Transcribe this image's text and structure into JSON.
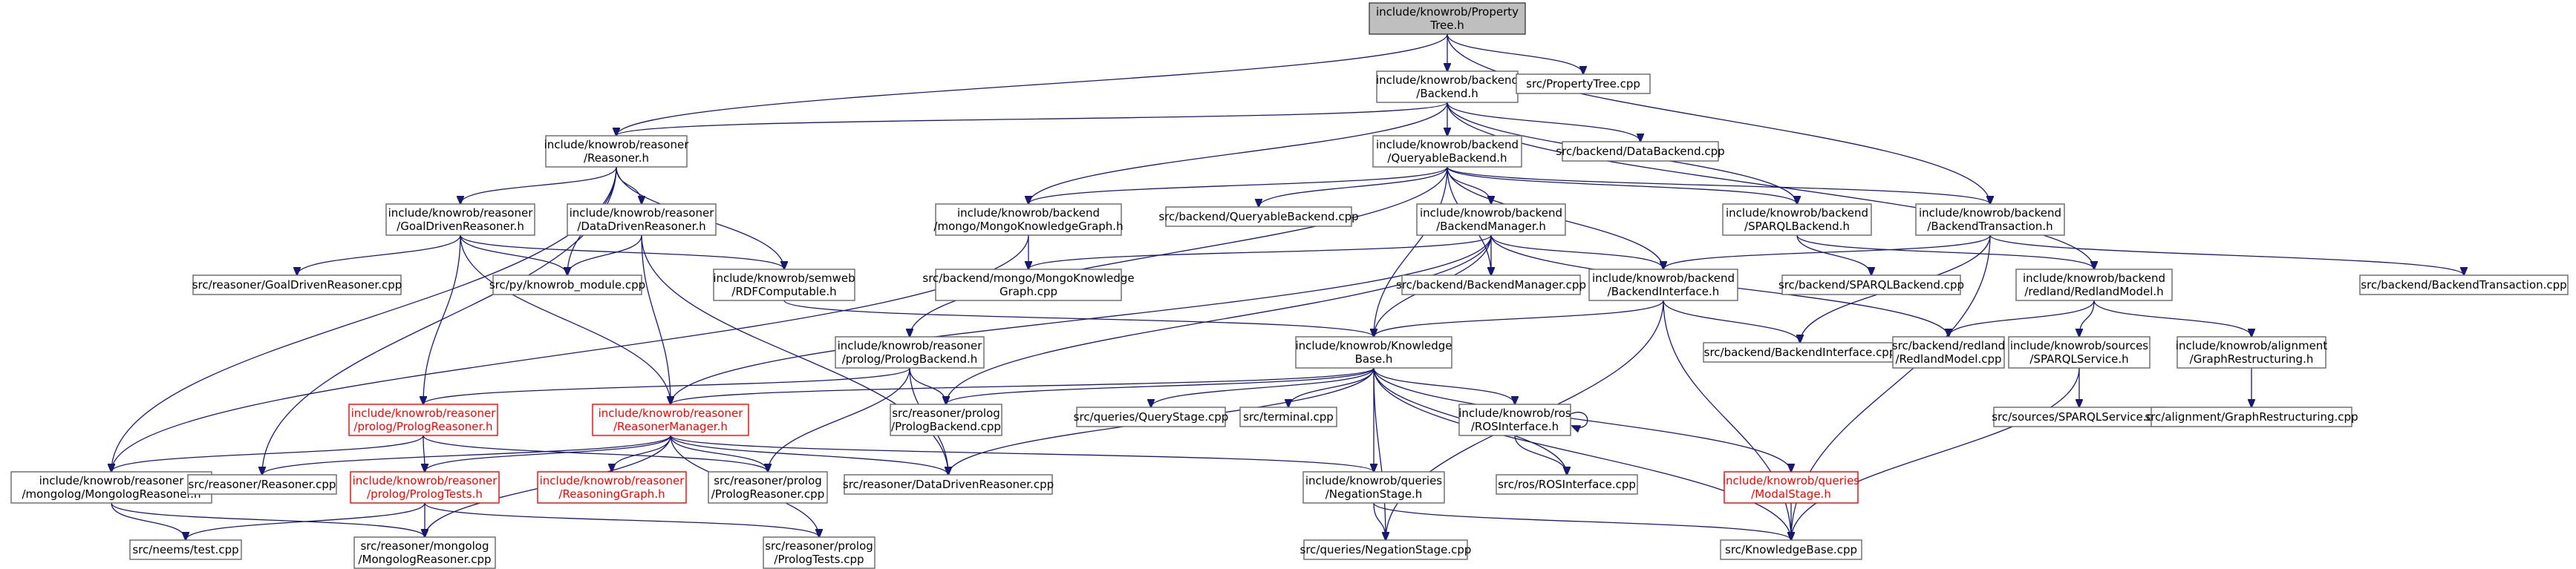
{
  "nodes": [
    {
      "id": "root",
      "lines": [
        "include/knowrob/Property",
        "Tree.h"
      ],
      "style": "root"
    },
    {
      "id": "backend_h",
      "lines": [
        "include/knowrob/backend",
        "/Backend.h"
      ]
    },
    {
      "id": "proptree_cpp",
      "lines": [
        "src/PropertyTree.cpp"
      ]
    },
    {
      "id": "reasoner_h",
      "lines": [
        "include/knowrob/reasoner",
        "/Reasoner.h"
      ]
    },
    {
      "id": "databackend_cpp",
      "lines": [
        "src/backend/DataBackend.cpp"
      ]
    },
    {
      "id": "queryable_h",
      "lines": [
        "include/knowrob/backend",
        "/QueryableBackend.h"
      ]
    },
    {
      "id": "goaldriven_h",
      "lines": [
        "include/knowrob/reasoner",
        "/GoalDrivenReasoner.h"
      ]
    },
    {
      "id": "datadriven_h",
      "lines": [
        "include/knowrob/reasoner",
        "/DataDrivenReasoner.h"
      ]
    },
    {
      "id": "mongokg_h",
      "lines": [
        "include/knowrob/backend",
        "/mongo/MongoKnowledgeGraph.h"
      ]
    },
    {
      "id": "queryable_cpp",
      "lines": [
        "src/backend/QueryableBackend.cpp"
      ]
    },
    {
      "id": "backendmgr_h",
      "lines": [
        "include/knowrob/backend",
        "/BackendManager.h"
      ]
    },
    {
      "id": "sparqlbackend_h",
      "lines": [
        "include/knowrob/backend",
        "/SPARQLBackend.h"
      ]
    },
    {
      "id": "backendtx_h",
      "lines": [
        "include/knowrob/backend",
        "/BackendTransaction.h"
      ]
    },
    {
      "id": "goaldriven_cpp",
      "lines": [
        "src/reasoner/GoalDrivenReasoner.cpp"
      ]
    },
    {
      "id": "knowrob_module_cpp",
      "lines": [
        "src/py/knowrob_module.cpp"
      ]
    },
    {
      "id": "rdfcomputable_h",
      "lines": [
        "include/knowrob/semweb",
        "/RDFComputable.h"
      ]
    },
    {
      "id": "mongokg_cpp",
      "lines": [
        "src/backend/mongo/MongoKnowledge",
        "Graph.cpp"
      ]
    },
    {
      "id": "backendmgr_cpp",
      "lines": [
        "src/backend/BackendManager.cpp"
      ]
    },
    {
      "id": "backendif_h",
      "lines": [
        "include/knowrob/backend",
        "/BackendInterface.h"
      ]
    },
    {
      "id": "sparqlbackend_cpp",
      "lines": [
        "src/backend/SPARQLBackend.cpp"
      ]
    },
    {
      "id": "redlandmodel_h",
      "lines": [
        "include/knowrob/backend",
        "/redland/RedlandModel.h"
      ]
    },
    {
      "id": "backendtx_cpp",
      "lines": [
        "src/backend/BackendTransaction.cpp"
      ]
    },
    {
      "id": "prologbackend_h",
      "lines": [
        "include/knowrob/reasoner",
        "/prolog/PrologBackend.h"
      ]
    },
    {
      "id": "kb_h",
      "lines": [
        "include/knowrob/Knowledge",
        "Base.h"
      ]
    },
    {
      "id": "backendif_cpp",
      "lines": [
        "src/backend/BackendInterface.cpp"
      ]
    },
    {
      "id": "redlandmodel_cpp",
      "lines": [
        "src/backend/redland",
        "/RedlandModel.cpp"
      ]
    },
    {
      "id": "sparqlservice_h",
      "lines": [
        "include/knowrob/sources",
        "/SPARQLService.h"
      ]
    },
    {
      "id": "graphrestr_h",
      "lines": [
        "include/knowrob/alignment",
        "/GraphRestructuring.h"
      ]
    },
    {
      "id": "prologreasoner_h",
      "lines": [
        "include/knowrob/reasoner",
        "/prolog/PrologReasoner.h"
      ],
      "style": "red"
    },
    {
      "id": "reasonermgr_h",
      "lines": [
        "include/knowrob/reasoner",
        "/ReasonerManager.h"
      ],
      "style": "red"
    },
    {
      "id": "prologbackend_cpp",
      "lines": [
        "src/reasoner/prolog",
        "/PrologBackend.cpp"
      ]
    },
    {
      "id": "querystage_cpp",
      "lines": [
        "src/queries/QueryStage.cpp"
      ]
    },
    {
      "id": "terminal_cpp",
      "lines": [
        "src/terminal.cpp"
      ]
    },
    {
      "id": "rosif_h",
      "lines": [
        "include/knowrob/ros",
        "/ROSInterface.h"
      ]
    },
    {
      "id": "sparqlservice_cpp",
      "lines": [
        "src/sources/SPARQLService.cpp"
      ]
    },
    {
      "id": "graphrestr_cpp",
      "lines": [
        "src/alignment/GraphRestructuring.cpp"
      ]
    },
    {
      "id": "mongologreasoner_h",
      "lines": [
        "include/knowrob/reasoner",
        "/mongolog/MongologReasoner.h"
      ]
    },
    {
      "id": "reasoner_cpp",
      "lines": [
        "src/reasoner/Reasoner.cpp"
      ]
    },
    {
      "id": "prologtests_h",
      "lines": [
        "include/knowrob/reasoner",
        "/prolog/PrologTests.h"
      ],
      "style": "red"
    },
    {
      "id": "reasoninggraph_h",
      "lines": [
        "include/knowrob/reasoner",
        "/ReasoningGraph.h"
      ],
      "style": "red"
    },
    {
      "id": "prologreasoner_cpp",
      "lines": [
        "src/reasoner/prolog",
        "/PrologReasoner.cpp"
      ]
    },
    {
      "id": "datadriven_cpp",
      "lines": [
        "src/reasoner/DataDrivenReasoner.cpp"
      ]
    },
    {
      "id": "negationstage_h",
      "lines": [
        "include/knowrob/queries",
        "/NegationStage.h"
      ]
    },
    {
      "id": "rosif_cpp",
      "lines": [
        "src/ros/ROSInterface.cpp"
      ]
    },
    {
      "id": "modalstage_h",
      "lines": [
        "include/knowrob/queries",
        "/ModalStage.h"
      ],
      "style": "red"
    },
    {
      "id": "neems_test_cpp",
      "lines": [
        "src/neems/test.cpp"
      ]
    },
    {
      "id": "mongologreasoner_cpp",
      "lines": [
        "src/reasoner/mongolog",
        "/MongologReasoner.cpp"
      ]
    },
    {
      "id": "prologtests_cpp",
      "lines": [
        "src/reasoner/prolog",
        "/PrologTests.cpp"
      ]
    },
    {
      "id": "negationstage_cpp",
      "lines": [
        "src/queries/NegationStage.cpp"
      ]
    },
    {
      "id": "kb_cpp",
      "lines": [
        "src/KnowledgeBase.cpp"
      ]
    }
  ],
  "edges": [
    [
      "root",
      "backend_h"
    ],
    [
      "root",
      "proptree_cpp"
    ],
    [
      "root",
      "reasoner_h"
    ],
    [
      "root",
      "backendtx_h"
    ],
    [
      "backend_h",
      "reasoner_h"
    ],
    [
      "backend_h",
      "databackend_cpp"
    ],
    [
      "backend_h",
      "queryable_h"
    ],
    [
      "backend_h",
      "mongokg_h"
    ],
    [
      "backend_h",
      "sparqlbackend_h"
    ],
    [
      "backend_h",
      "redlandmodel_h"
    ],
    [
      "reasoner_h",
      "goaldriven_h"
    ],
    [
      "reasoner_h",
      "datadriven_h"
    ],
    [
      "reasoner_h",
      "knowrob_module_cpp"
    ],
    [
      "reasoner_h",
      "rdfcomputable_h"
    ],
    [
      "reasoner_h",
      "reasoner_cpp"
    ],
    [
      "reasoner_h",
      "mongologreasoner_h"
    ],
    [
      "queryable_h",
      "mongokg_h"
    ],
    [
      "queryable_h",
      "queryable_cpp"
    ],
    [
      "queryable_h",
      "backendmgr_h"
    ],
    [
      "queryable_h",
      "sparqlbackend_h"
    ],
    [
      "queryable_h",
      "backendtx_h"
    ],
    [
      "queryable_h",
      "backendif_h"
    ],
    [
      "queryable_h",
      "kb_h"
    ],
    [
      "queryable_h",
      "prologbackend_h"
    ],
    [
      "queryable_h",
      "backendmgr_cpp"
    ],
    [
      "goaldriven_h",
      "goaldriven_cpp"
    ],
    [
      "goaldriven_h",
      "knowrob_module_cpp"
    ],
    [
      "goaldriven_h",
      "rdfcomputable_h"
    ],
    [
      "goaldriven_h",
      "prologreasoner_h"
    ],
    [
      "goaldriven_h",
      "reasonermgr_h"
    ],
    [
      "datadriven_h",
      "knowrob_module_cpp"
    ],
    [
      "datadriven_h",
      "reasonermgr_h"
    ],
    [
      "datadriven_h",
      "datadriven_cpp"
    ],
    [
      "mongokg_h",
      "mongokg_cpp"
    ],
    [
      "mongokg_h",
      "mongologreasoner_h"
    ],
    [
      "backendmgr_h",
      "mongokg_cpp"
    ],
    [
      "backendmgr_h",
      "backendmgr_cpp"
    ],
    [
      "backendmgr_h",
      "backendif_h"
    ],
    [
      "backendmgr_h",
      "kb_h"
    ],
    [
      "backendmgr_h",
      "reasonermgr_h"
    ],
    [
      "backendmgr_h",
      "prologbackend_cpp"
    ],
    [
      "backendmgr_h",
      "redlandmodel_cpp"
    ],
    [
      "sparqlbackend_h",
      "sparqlbackend_cpp"
    ],
    [
      "sparqlbackend_h",
      "redlandmodel_h"
    ],
    [
      "backendtx_h",
      "backendif_h"
    ],
    [
      "backendtx_h",
      "backendif_cpp"
    ],
    [
      "backendtx_h",
      "backendtx_cpp"
    ],
    [
      "backendtx_h",
      "kb_cpp"
    ],
    [
      "rdfcomputable_h",
      "kb_h"
    ],
    [
      "backendif_h",
      "kb_h"
    ],
    [
      "backendif_h",
      "backendif_cpp"
    ],
    [
      "backendif_h",
      "kb_cpp"
    ],
    [
      "backendif_h",
      "negationstage_cpp"
    ],
    [
      "redlandmodel_h",
      "redlandmodel_cpp"
    ],
    [
      "redlandmodel_h",
      "sparqlservice_h"
    ],
    [
      "redlandmodel_h",
      "graphrestr_h"
    ],
    [
      "prologbackend_h",
      "prologbackend_cpp"
    ],
    [
      "prologbackend_h",
      "prologreasoner_h"
    ],
    [
      "prologbackend_h",
      "prologreasoner_cpp"
    ],
    [
      "prologbackend_h",
      "datadriven_cpp"
    ],
    [
      "kb_h",
      "reasonermgr_h"
    ],
    [
      "kb_h",
      "prologbackend_cpp"
    ],
    [
      "kb_h",
      "querystage_cpp"
    ],
    [
      "kb_h",
      "terminal_cpp"
    ],
    [
      "kb_h",
      "rosif_h"
    ],
    [
      "kb_h",
      "negationstage_h"
    ],
    [
      "kb_h",
      "rosif_cpp"
    ],
    [
      "kb_h",
      "modalstage_h"
    ],
    [
      "kb_h",
      "negationstage_cpp"
    ],
    [
      "kb_h",
      "kb_cpp"
    ],
    [
      "kb_h",
      "datadriven_cpp"
    ],
    [
      "sparqlservice_h",
      "sparqlservice_cpp"
    ],
    [
      "sparqlservice_h",
      "kb_cpp"
    ],
    [
      "graphrestr_h",
      "graphrestr_cpp"
    ],
    [
      "prologreasoner_h",
      "mongologreasoner_h"
    ],
    [
      "prologreasoner_h",
      "prologtests_h"
    ],
    [
      "prologreasoner_h",
      "prologreasoner_cpp"
    ],
    [
      "reasonermgr_h",
      "reasoner_cpp"
    ],
    [
      "reasonermgr_h",
      "prologtests_h"
    ],
    [
      "reasonermgr_h",
      "reasoninggraph_h"
    ],
    [
      "reasonermgr_h",
      "prologreasoner_cpp"
    ],
    [
      "reasonermgr_h",
      "datadriven_cpp"
    ],
    [
      "reasonermgr_h",
      "negationstage_h"
    ],
    [
      "reasonermgr_h",
      "mongologreasoner_cpp"
    ],
    [
      "reasonermgr_h",
      "prologtests_cpp"
    ],
    [
      "rosif_h",
      "rosif_cpp"
    ],
    [
      "rosif_h",
      "rosif_h"
    ],
    [
      "mongologreasoner_h",
      "neems_test_cpp"
    ],
    [
      "mongologreasoner_h",
      "mongologreasoner_cpp"
    ],
    [
      "prologtests_h",
      "neems_test_cpp"
    ],
    [
      "prologtests_h",
      "mongologreasoner_cpp"
    ],
    [
      "prologtests_h",
      "prologtests_cpp"
    ],
    [
      "negationstage_h",
      "negationstage_cpp"
    ],
    [
      "negationstage_h",
      "kb_cpp"
    ],
    [
      "modalstage_h",
      "kb_cpp"
    ]
  ]
}
